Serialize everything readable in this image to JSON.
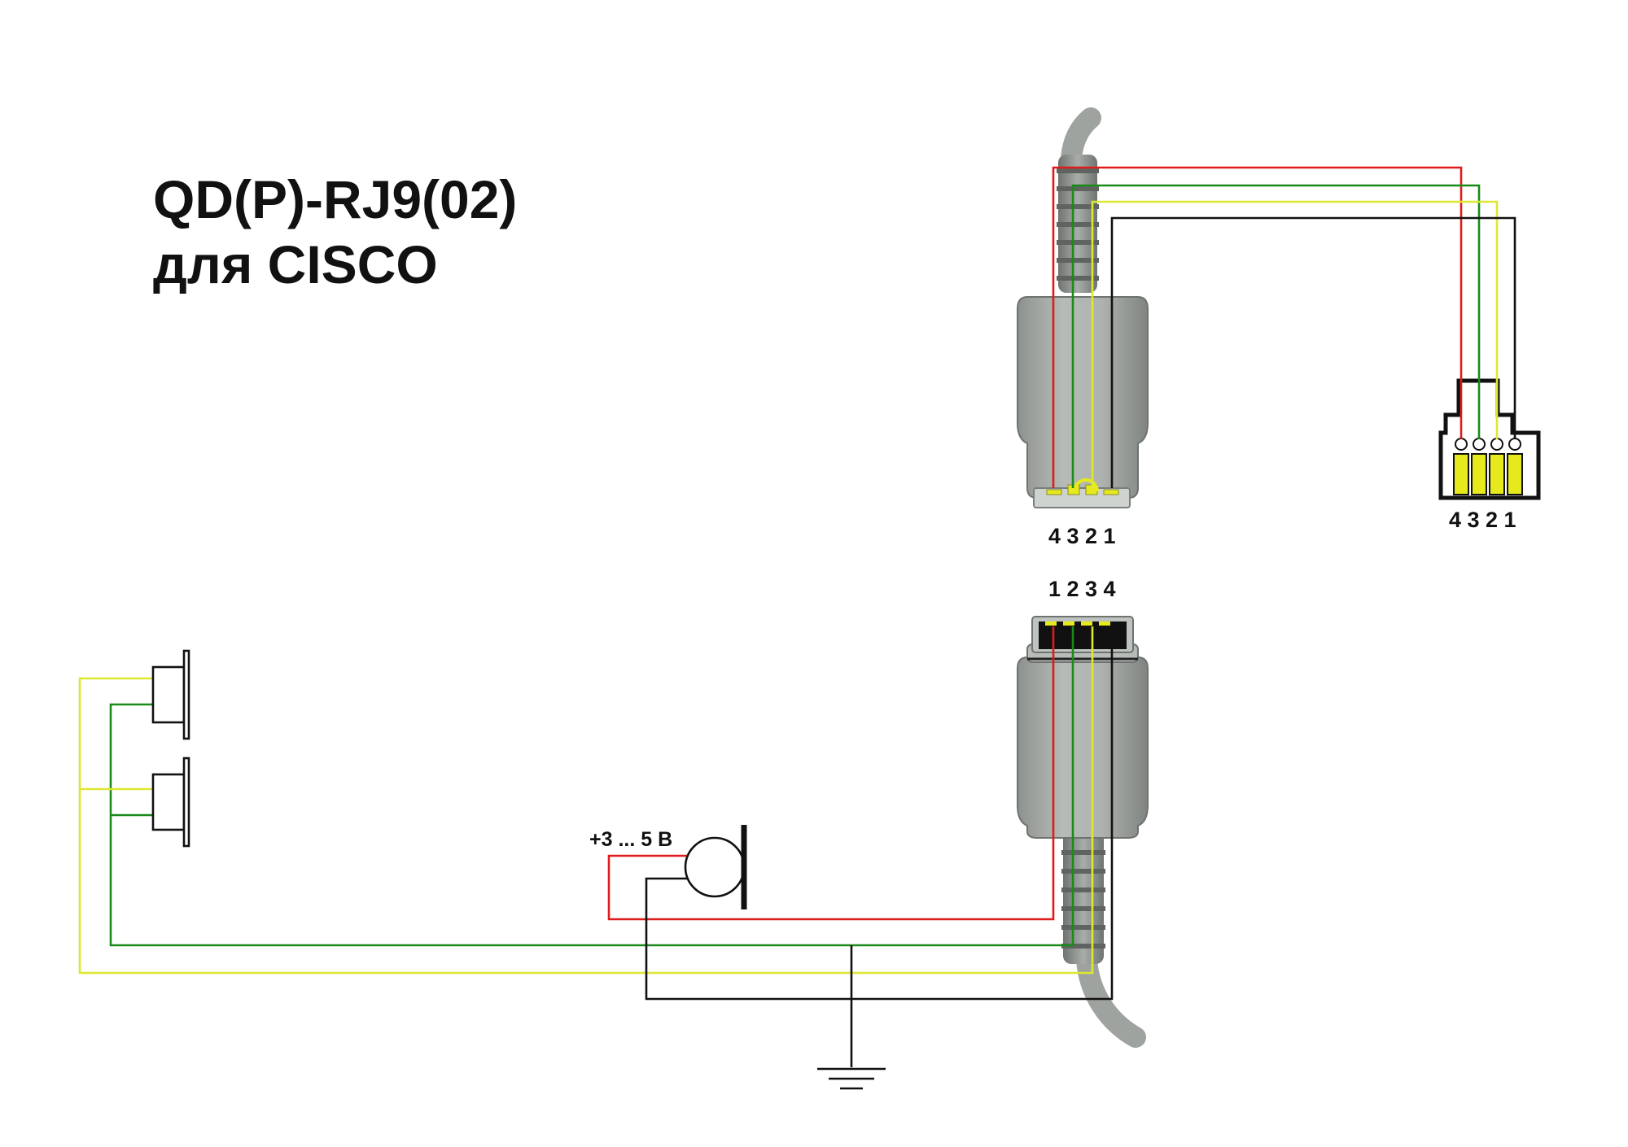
{
  "title": {
    "line1": "QD(P)-RJ9(02)",
    "line2": "для CISCO"
  },
  "labels": {
    "qd_top_pins": "4 3 2 1",
    "rj9_pins": "4 3 2 1",
    "qd_bottom_pins": "1 2 3 4",
    "mic_supply": "+3 ... 5 В"
  },
  "colors": {
    "red": "#e01b1b",
    "green": "#1a8a1a",
    "yellow": "#dde830",
    "black": "#111111",
    "connector_body": "#a7aca8",
    "connector_shade": "#7c827e",
    "rj9_contact": "#e6ea1c"
  },
  "icons": {
    "earphone": "earphone-icon",
    "microphone": "microphone-icon",
    "ground": "ground-icon",
    "qd_plug": "qd-connector-icon",
    "rj9_plug": "rj9-plug-icon"
  }
}
